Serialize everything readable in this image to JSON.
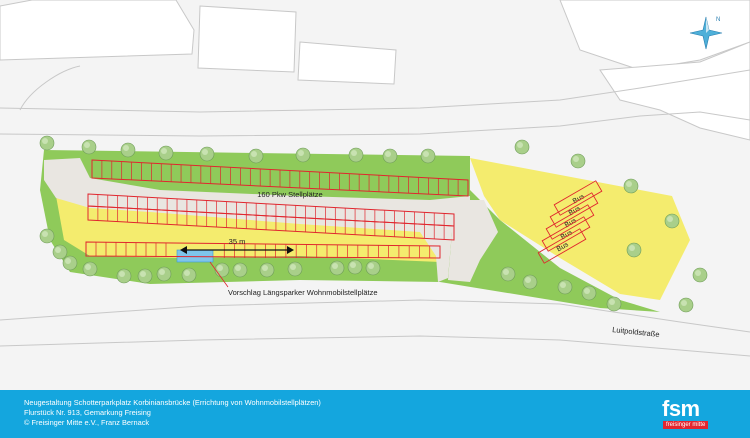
{
  "map": {
    "labels": {
      "parking": "160 Pkw Stellplätze",
      "distance": "35 m",
      "proposal": "Vorschlag Längsparker Wohnmobilstellplätze",
      "street": "Luitpoldstraße",
      "bus": "Bus"
    },
    "compass": {
      "north_letter": "N"
    },
    "colors": {
      "parking_area": "#f4ec6e",
      "parking_lines": "#e0262e",
      "green": "#8fca5a",
      "road": "#e9e6e1",
      "building": "#ffffff",
      "camper_zone": "#7fc5ea",
      "tree": "#a9cf8a"
    }
  },
  "footer": {
    "line1": "Neugestaltung Schotterparkplatz Korbiniansbrücke (Errichtung von Wohnmobilstellplätzen)",
    "line2": "Flurstück Nr. 913, Gemarkung Freising",
    "line3": "© Freisinger Mitte e.V., Franz Bernack",
    "logo_text": "fsm",
    "logo_tagline": "freisinger mitte"
  }
}
